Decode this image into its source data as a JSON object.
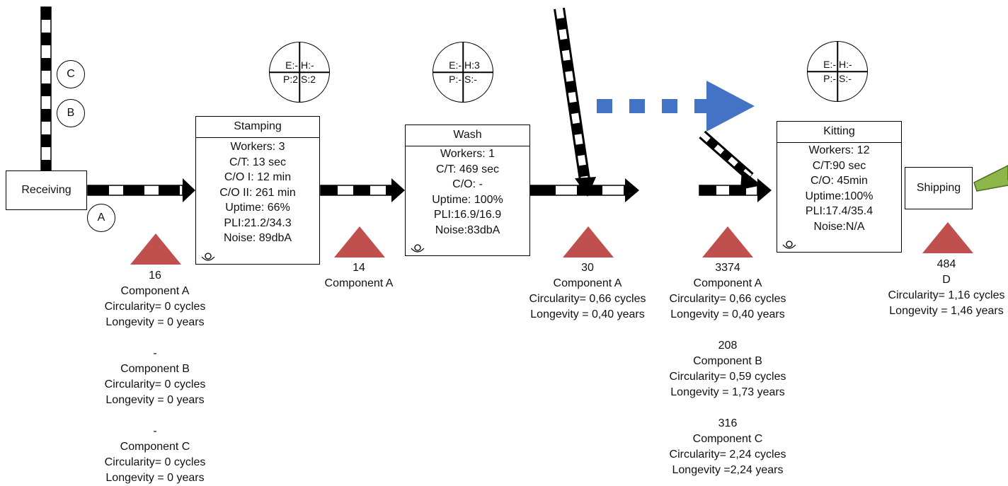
{
  "processes": [
    {
      "name": "Stamping",
      "lines": [
        "Workers: 3",
        "C/T: 13 sec",
        "C/O I: 12 min",
        "C/O II: 261 min",
        "Uptime: 66%",
        "PLI:21.2/34.3",
        "Noise: 89dbA"
      ]
    },
    {
      "name": "Wash",
      "lines": [
        "Workers: 1",
        "C/T: 469 sec",
        "C/O: -",
        "Uptime: 100%",
        "PLI:16.9/16.9",
        "Noise:83dbA"
      ]
    },
    {
      "name": "Kitting",
      "lines": [
        "Workers: 12",
        "C/T:90 sec",
        "C/O: 45min",
        "Uptime:100%",
        "PLI:17.4/35.4",
        "Noise:N/A"
      ]
    }
  ],
  "receiving": "Receiving",
  "shipping": "Shipping",
  "letters": {
    "a": "A",
    "b": "B",
    "c": "C"
  },
  "quads": [
    {
      "tl": "E:-",
      "tr": "H:-",
      "bl": "P:2",
      "br": "S:2"
    },
    {
      "tl": "E:-",
      "tr": "H:3",
      "bl": "P:-",
      "br": "S:-"
    },
    {
      "tl": "E:-",
      "tr": "H:-",
      "bl": "P:-",
      "br": "S:-"
    }
  ],
  "inventory": {
    "inv1": {
      "g1": [
        "16",
        "Component A",
        "Circularity= 0 cycles",
        "Longevity = 0  years"
      ],
      "g2": [
        "-",
        "Component B",
        "Circularity= 0 cycles",
        "Longevity = 0  years"
      ],
      "g3": [
        "-",
        "Component C",
        "Circularity= 0 cycles",
        "Longevity = 0  years"
      ]
    },
    "inv2": [
      "14",
      "Component A"
    ],
    "inv3": [
      "30",
      "Component A",
      "Circularity= 0,66 cycles",
      "Longevity = 0,40  years"
    ],
    "inv4": {
      "g1": [
        "3374",
        "Component A",
        "Circularity= 0,66 cycles",
        "Longevity = 0,40  years"
      ],
      "g2": [
        "208",
        "Component B",
        "Circularity= 0,59 cycles",
        "Longevity =  1,73 years"
      ],
      "g3": [
        "316",
        "Component C",
        "Circularity= 2,24 cycles",
        "Longevity =2,24  years"
      ]
    },
    "inv5": [
      "484",
      "D",
      "Circularity= 1,16 cycles",
      "Longevity =  1,46 years"
    ]
  },
  "colors": {
    "inventory_triangle": "#c0504d",
    "pull_arrow": "#4472c4",
    "shipping_arrow": "#8db748"
  }
}
